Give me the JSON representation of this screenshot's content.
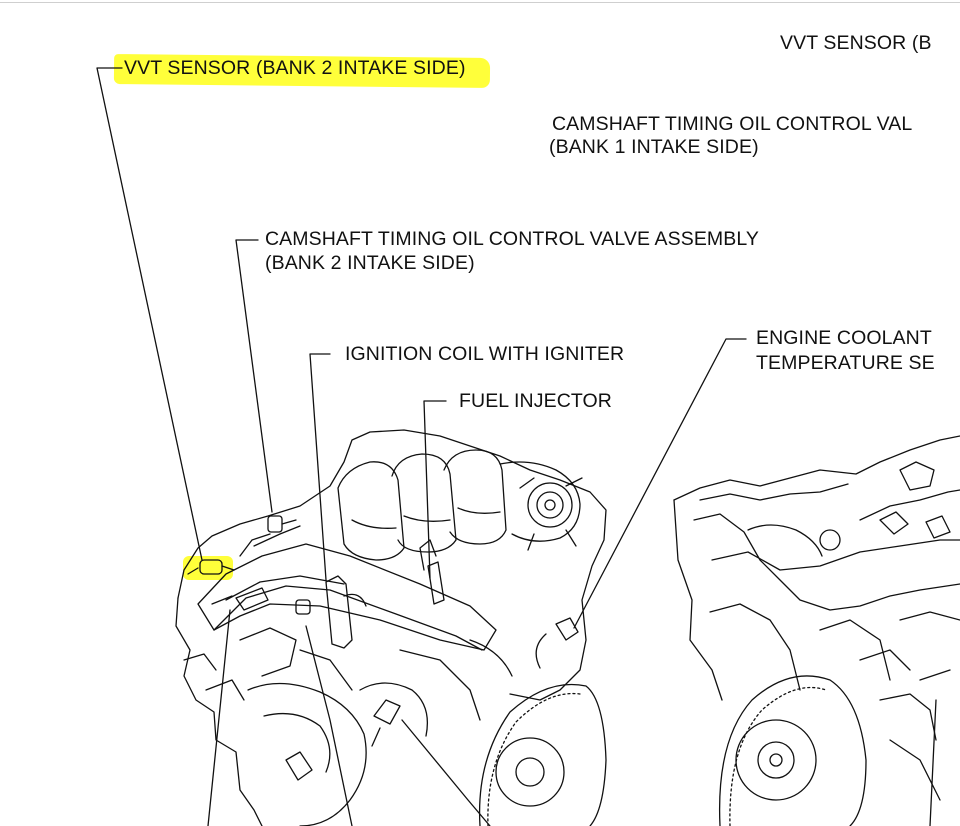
{
  "labels": {
    "vvt_bank2": "VVT SENSOR  (BANK 2 INTAKE SIDE)",
    "vvt_bank1": "VVT SENSOR  (B",
    "ocv_bank1_line1": "CAMSHAFT TIMING OIL CONTROL VAL",
    "ocv_bank1_line2": "(BANK 1 INTAKE SIDE)",
    "ocv_bank2_line1": "CAMSHAFT TIMING OIL CONTROL VALVE ASSEMBLY",
    "ocv_bank2_line2": "(BANK 2 INTAKE SIDE)",
    "ignition_coil": "IGNITION COIL WITH IGNITER",
    "fuel_injector": "FUEL INJECTOR",
    "coolant_line1": "ENGINE COOLANT",
    "coolant_line2": "TEMPERATURE SE"
  },
  "highlight": {
    "color": "#ffff3a"
  }
}
